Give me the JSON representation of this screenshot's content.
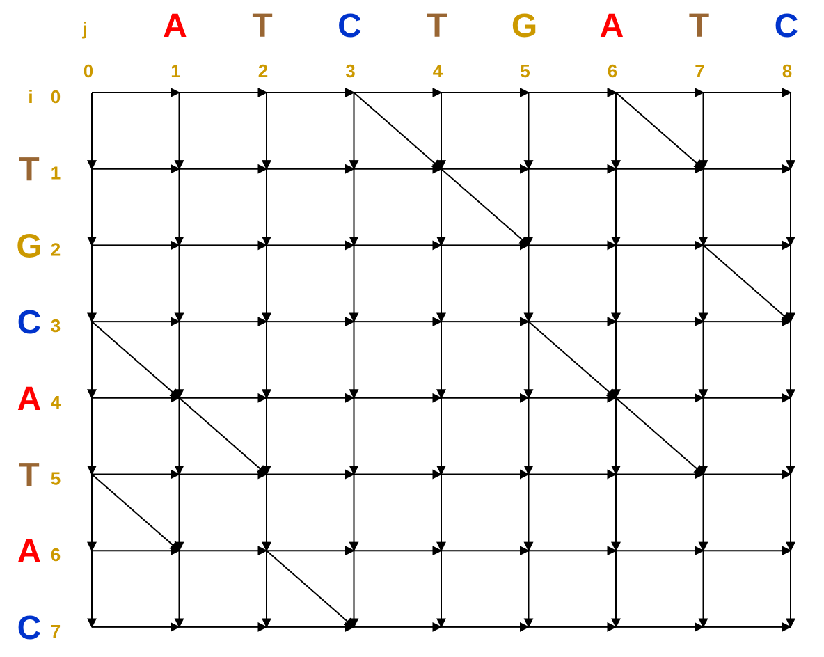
{
  "axes": {
    "col_label": "j",
    "row_label": "i"
  },
  "top_sequence": [
    "A",
    "T",
    "C",
    "T",
    "G",
    "A",
    "T",
    "C"
  ],
  "left_sequence": [
    "T",
    "G",
    "C",
    "A",
    "T",
    "A",
    "C"
  ],
  "col_indices": [
    "0",
    "1",
    "2",
    "3",
    "4",
    "5",
    "6",
    "7",
    "8"
  ],
  "row_indices": [
    "0",
    "1",
    "2",
    "3",
    "4",
    "5",
    "6",
    "7"
  ],
  "colors": {
    "A": "#ff0000",
    "T": "#996633",
    "C": "#0033cc",
    "G": "#cc9900",
    "index": "#cc9900",
    "edge": "#000000"
  },
  "diagonal_edges": [
    {
      "from": [
        0,
        3
      ],
      "to": [
        1,
        4
      ]
    },
    {
      "from": [
        0,
        6
      ],
      "to": [
        1,
        7
      ]
    },
    {
      "from": [
        1,
        4
      ],
      "to": [
        2,
        5
      ]
    },
    {
      "from": [
        2,
        7
      ],
      "to": [
        3,
        8
      ]
    },
    {
      "from": [
        3,
        0
      ],
      "to": [
        4,
        1
      ]
    },
    {
      "from": [
        3,
        5
      ],
      "to": [
        4,
        6
      ]
    },
    {
      "from": [
        4,
        1
      ],
      "to": [
        5,
        2
      ]
    },
    {
      "from": [
        4,
        6
      ],
      "to": [
        5,
        7
      ]
    },
    {
      "from": [
        5,
        0
      ],
      "to": [
        6,
        1
      ]
    },
    {
      "from": [
        6,
        2
      ],
      "to": [
        7,
        3
      ]
    }
  ]
}
